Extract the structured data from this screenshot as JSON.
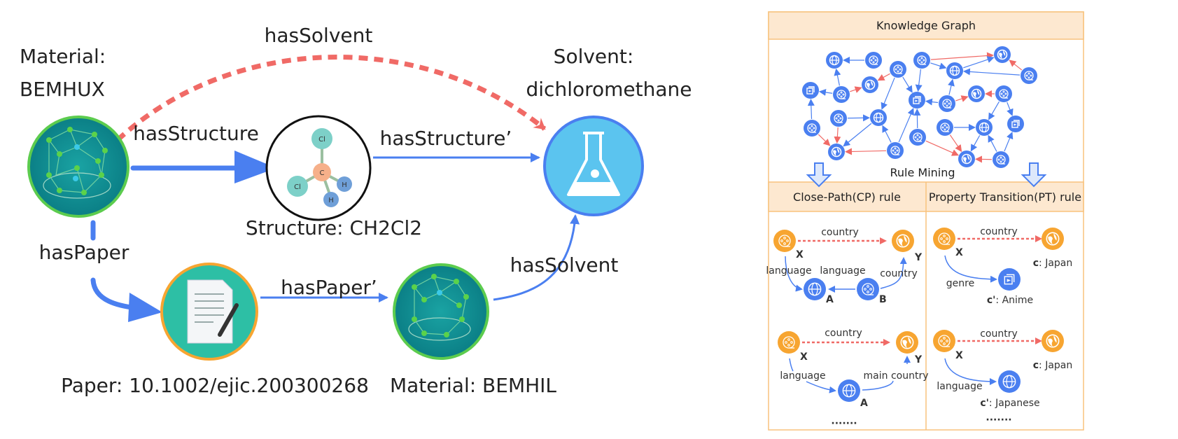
{
  "left": {
    "material1": {
      "line1": "Material:",
      "line2": "BEMHUX"
    },
    "solvent": {
      "line1": "Solvent:",
      "line2": "dichloromethane"
    },
    "structure_label": "Structure: CH2Cl2",
    "paper_label": "Paper: 10.1002/ejic.200300268",
    "material2_label": "Material: BEMHIL",
    "atoms": {
      "cl1": "Cl",
      "cl2": "Cl",
      "c": "C",
      "h1": "H",
      "h2": "H"
    },
    "edges": {
      "has_solvent_top": "hasSolvent",
      "has_structure": "hasStructure",
      "has_structure_prime": "hasStructure’",
      "has_paper": "hasPaper",
      "has_paper_prime": "hasPaper’",
      "has_solvent_bottom": "hasSolvent"
    }
  },
  "right": {
    "kg_title": "Knowledge Graph",
    "rule_mining": "Rule Mining",
    "cp_title": "Close-Path(CP) rule",
    "pt_title": "Property Transition(PT) rule",
    "cp1": {
      "top": "country",
      "left": "language",
      "mid": "language",
      "right": "country",
      "x": "X",
      "y": "Y",
      "a": "A",
      "b": "B"
    },
    "cp2": {
      "top": "country",
      "left": "language",
      "right": "main country",
      "x": "X",
      "y": "Y",
      "a": "A"
    },
    "pt1": {
      "top": "country",
      "rel": "genre",
      "x": "X",
      "c_key": "c",
      "c_val": ": Japan",
      "cp_key": "c'",
      "cp_val": ": Anime"
    },
    "pt2": {
      "top": "country",
      "rel": "language",
      "x": "X",
      "c_key": "c",
      "c_val": ": Japan",
      "cp_key": "c'",
      "cp_val": ": Japanese"
    },
    "ellipsis": "·······"
  },
  "colors": {
    "blue": "#4a7ff0",
    "red": "#f06a66",
    "orange": "#f7a531",
    "panel_border": "#f8c27d",
    "panel_header": "#fde8d0"
  }
}
